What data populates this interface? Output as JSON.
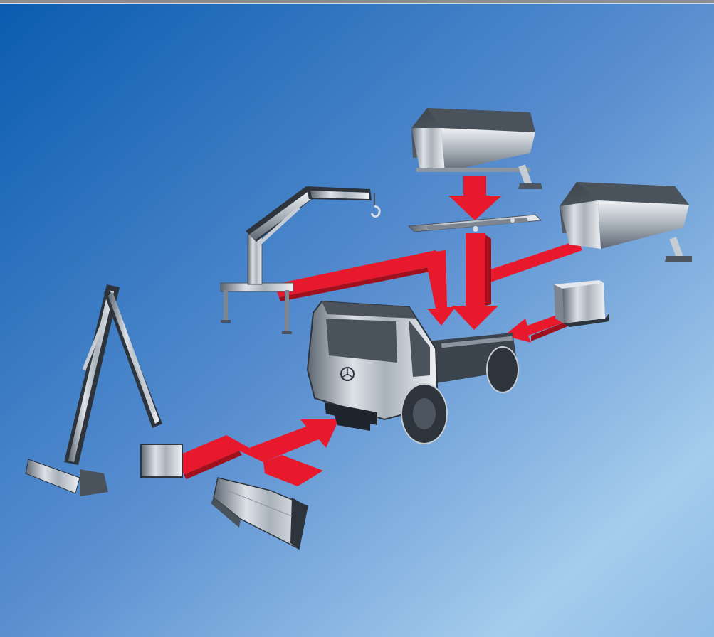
{
  "colors": {
    "background_start": "#0a5cb0",
    "background_mid": "#5a8fd0",
    "background_end": "#a4ccec",
    "arrow": "#e8192c",
    "arrow_shadow": "#a0101d",
    "equipment_dark": "#4d5560",
    "equipment_light": "#d8dde3",
    "equipment_black": "#1f252c",
    "top_bar": "#8b8d93"
  },
  "diagram": {
    "center": "truck-chassis",
    "attachments": [
      {
        "name": "loader-crane",
        "direction": "to-truck"
      },
      {
        "name": "body-container-top",
        "direction": "to-truck"
      },
      {
        "name": "body-container-right",
        "direction": "to-truck"
      },
      {
        "name": "subframe",
        "direction": "to-truck"
      },
      {
        "name": "small-box",
        "direction": "to-truck"
      },
      {
        "name": "excavator-arm",
        "direction": "to-truck-front"
      },
      {
        "name": "snow-plough",
        "direction": "to-truck-front"
      }
    ]
  }
}
